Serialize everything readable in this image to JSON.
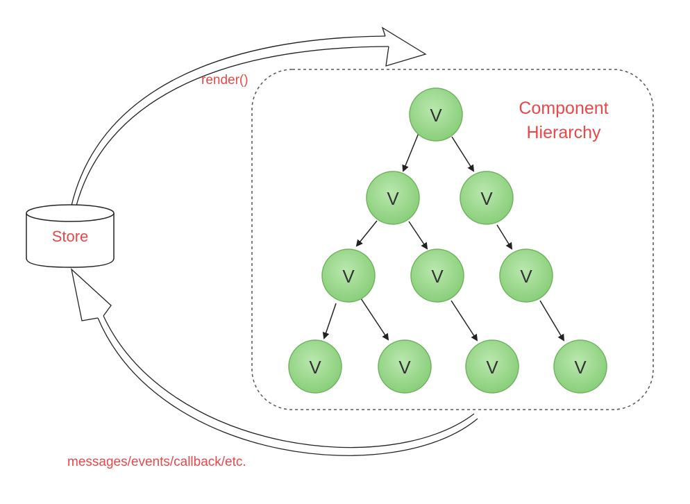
{
  "store": {
    "label": "Store"
  },
  "hierarchy": {
    "title_line1": "Component",
    "title_line2": "Hierarchy"
  },
  "render_label": "render()",
  "messages_label": "messages/events/callback/etc.",
  "node_label": "V",
  "colors": {
    "accent_text": "#e8484a",
    "node_fill": "#8fd17f",
    "node_stroke": "#6fb35f",
    "line": "#222222"
  }
}
